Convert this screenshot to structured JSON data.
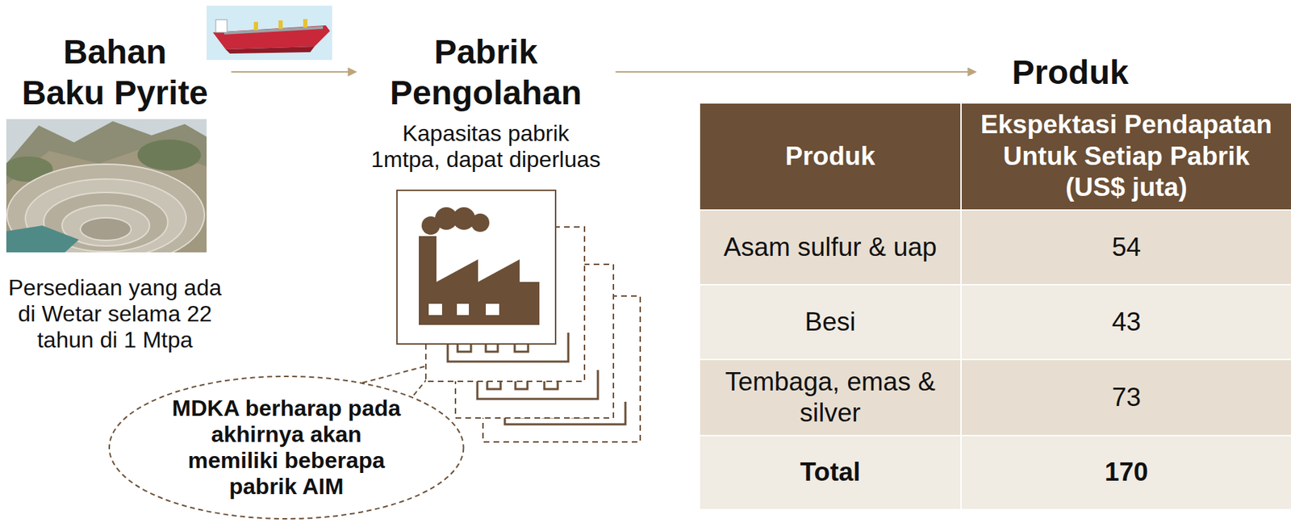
{
  "diagram": {
    "nodes": [
      {
        "text": [
          "Bahan Baku Pyrite",
          "Persediaan yang ada di Wetar selama 22 tahun di 1 Mtpa"
        ]
      },
      {
        "text": [
          "Pabrik Pengolahan",
          "Kapasitas pabrik 1mtpa, dapat diperluas"
        ]
      },
      {
        "text": [
          "Produk"
        ]
      },
      {
        "text": [
          "MDKA berharap pada akhirnya akan memiliki beberapa pabrik AIM"
        ]
      }
    ],
    "edges": [
      {
        "from": 0,
        "to": 1,
        "arrow": "to"
      },
      {
        "from": 1,
        "to": 2,
        "arrow": "to"
      }
    ],
    "labels": [
      "Produk",
      "Ekspektasi Pendapatan Untuk Setiap Pabrik (US$ juta)",
      "Asam sulfur & uap",
      "54",
      "Besi",
      "43",
      "Tembaga, emas & silver",
      "73",
      "Total",
      "170"
    ]
  }
}
